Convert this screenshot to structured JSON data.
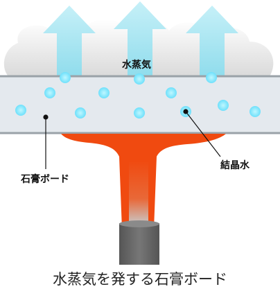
{
  "labels": {
    "steam": "水蒸気",
    "gypsum_board": "石膏ボード",
    "crystal_water": "結晶水"
  },
  "caption": "水蒸気を発する石膏ボード",
  "colors": {
    "board_fill": "#e4e9ee",
    "board_edge": "#9aa2a8",
    "heat": "#f04a10",
    "water_dot": "#7fe6ff",
    "steam_arrow": "#aee7f2",
    "cloud": "#f0f0f0",
    "burner": "#666666"
  },
  "icons": [
    "steam-arrow-icon",
    "cloud-icon",
    "flame-icon",
    "burner-icon",
    "water-dot-icon"
  ]
}
